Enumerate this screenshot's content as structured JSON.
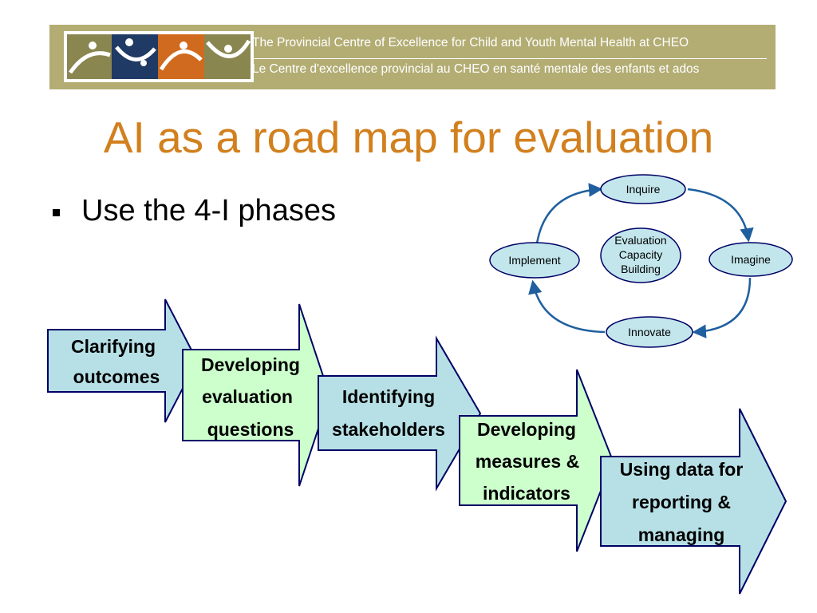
{
  "banner": {
    "line_en": "The Provincial Centre of Excellence for Child and Youth Mental Health at CHEO",
    "line_fr": "Le Centre d'excellence provincial au CHEO en santé mentale des enfants et ados"
  },
  "title": "AI as a road map for evaluation",
  "bullet": "Use the 4-I phases",
  "cycle": {
    "center": [
      "Evaluation",
      "Capacity",
      "Building"
    ],
    "phases": [
      "Inquire",
      "Imagine",
      "Innovate",
      "Implement"
    ]
  },
  "steps": [
    {
      "lines": [
        "Clarifying",
        "outcomes"
      ]
    },
    {
      "lines": [
        "Developing",
        "evaluation",
        "questions"
      ]
    },
    {
      "lines": [
        "Identifying",
        "stakeholders"
      ]
    },
    {
      "lines": [
        "Developing",
        "measures &",
        "indicators"
      ]
    },
    {
      "lines": [
        "Using data for",
        "reporting &",
        "managing"
      ]
    }
  ],
  "colors": {
    "banner": "#b3ad74",
    "title": "#d2801e",
    "arrow_blue": "#b7e0e6",
    "arrow_green": "#ccffcc",
    "outline": "#000066",
    "ellipse_fill": "#c2e6ec",
    "cycle_arrow": "#1f5f9f"
  }
}
